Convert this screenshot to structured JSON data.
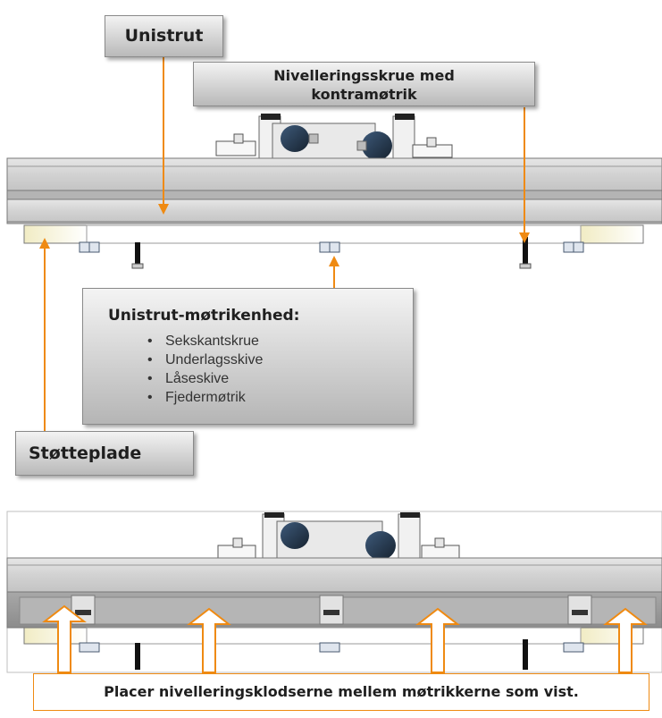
{
  "labels": {
    "unistrut": "Unistrut",
    "leveling_screw_line1": "Nivelleringsskrue med",
    "leveling_screw_line2": "kontramøtrik",
    "support_plate": "Støtteplade"
  },
  "nut_assembly": {
    "title": "Unistrut-møtrikenhed:",
    "items": [
      "Sekskantskrue",
      "Underlagsskive",
      "Låseskive",
      "Fjedermøtrik"
    ]
  },
  "instruction": "Placer nivelleringsklodserne mellem møtrikkerne som vist.",
  "colors": {
    "arrow": "#ef8a12",
    "rail": "#c9c9c9",
    "pad": "#f3efcc"
  }
}
